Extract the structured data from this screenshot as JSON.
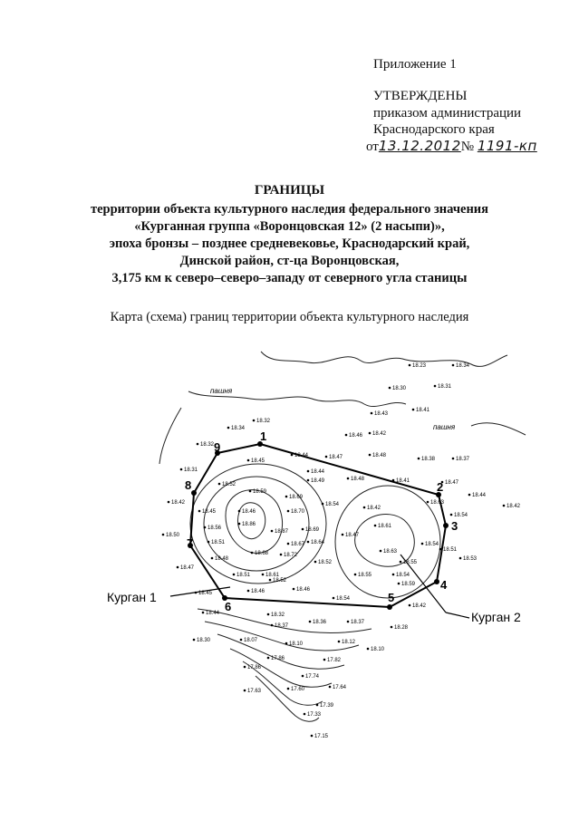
{
  "header": {
    "appendix": "Приложение 1",
    "approved": "УТВЕРЖДЕНЫ",
    "order_line1": "приказом администрации",
    "order_line2": "Краснодарского края",
    "from_prefix": "от",
    "date_handwritten": "13.12.2012",
    "number_sign": "№",
    "number_handwritten": "1191-кп"
  },
  "title": {
    "heading": "ГРАНИЦЫ",
    "lines": [
      "территории объекта культурного наследия федерального значения",
      "«Курганная группа «Воронцовская 12» (2 насыпи)»,",
      "эпоха бронзы – позднее средневековье, Краснодарский край,",
      "Динской район, ст-ца Воронцовская,",
      "3,175 км к северо–северо–западу от северного угла станицы"
    ]
  },
  "map": {
    "caption": "Карта (схема) границ территории объекта культурного наследия",
    "field_labels": [
      "пашня",
      "пашня"
    ],
    "callouts": [
      "Курган 1",
      "Курган 2"
    ],
    "vertex_labels": [
      "1",
      "2",
      "3",
      "4",
      "5",
      "6",
      "7",
      "8",
      "9"
    ],
    "elevations": [
      "18.23",
      "18.34",
      "18.30",
      "18.31",
      "18.41",
      "18.43",
      "18.32",
      "18.34",
      "18.46",
      "18.42",
      "18.32",
      "18.44",
      "18.47",
      "18.48",
      "18.38",
      "18.37",
      "18.31",
      "18.45",
      "18.44",
      "18.49",
      "18.48",
      "18.41",
      "18.47",
      "18.44",
      "18.42",
      "18.52",
      "18.59",
      "18.69",
      "18.54",
      "18.63",
      "18.45",
      "18.42",
      "18.56",
      "18.46",
      "18.70",
      "18.42",
      "18.61",
      "18.54",
      "18.50",
      "18.86",
      "18.69",
      "18.47",
      "18.51",
      "18.87",
      "18.64",
      "18.63",
      "18.54",
      "18.53",
      "18.51",
      "18.68",
      "18.67",
      "18.52",
      "18.47",
      "18.48",
      "18.72",
      "18.55",
      "18.54",
      "18.51",
      "18.61",
      "18.55",
      "18.52",
      "18.46",
      "18.45",
      "18.46",
      "18.54",
      "18.59",
      "18.42",
      "18.44",
      "18.32",
      "18.36",
      "18.37",
      "18.37",
      "18.28",
      "18.30",
      "18.07",
      "18.10",
      "18.12",
      "18.10",
      "17.86",
      "17.82",
      "17.86",
      "17.74",
      "17.63",
      "17.60",
      "17.64",
      "17.39",
      "17.33",
      "17.15"
    ]
  }
}
